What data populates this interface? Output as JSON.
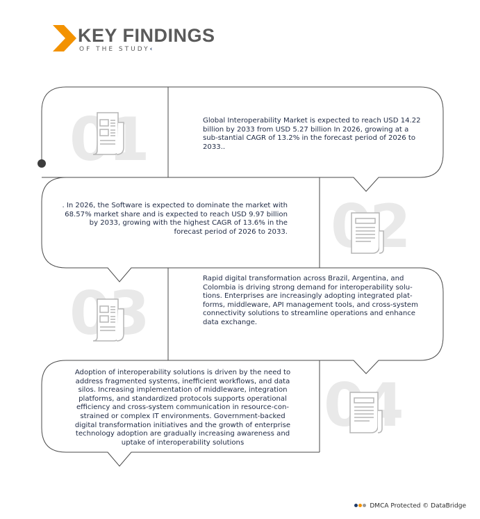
{
  "header": {
    "title": "KEY FINDINGS",
    "subtitle": "OF THE STUDY",
    "accent_color": "#f39200",
    "text_color": "#5a5a5a"
  },
  "findings": [
    {
      "number": "01",
      "text": "Global Interoperability Market is expected to reach USD 14.22 billion by 2033 from USD 5.27  billion In 2026, growing at a sub-stantial CAGR of 13.2% in the forecast period of 2026 to 2033.."
    },
    {
      "number": "02",
      "text": ". In 2026, the Software is expected to dominate the market with 68.57% market share and is expected to reach USD  9.97  billion by 2033, growing with the highest CAGR of 13.6%  in the forecast period of 2026 to 2033."
    },
    {
      "number": "03",
      "text": "Rapid digital transformation across Brazil, Argentina, and Colombia is driving strong demand for interoperability solu-tions. Enterprises are increasingly adopting integrated plat-forms, middleware, API management tools, and cross-system connectivity solutions to streamline operations and enhance data exchange."
    },
    {
      "number": "04",
      "text": "Adoption of interoperability solutions is driven by the need to address fragmented systems, inefficient workflows, and data silos. Increasing implementation of middleware, integration platforms, and standardized protocols supports operational efficiency and cross-system communication in resource-con-strained or complex IT environments. Government-backed digital transformation initiatives and the growth of enterprise technology adoption are gradually increasing awareness and uptake of interoperability solutions"
    }
  ],
  "footer": {
    "text": "DMCA Protected © DataBridge",
    "dot_colors": [
      "#1f3a67",
      "#f39200",
      "#9a9a9a"
    ]
  },
  "icons": [
    "document-icon"
  ]
}
